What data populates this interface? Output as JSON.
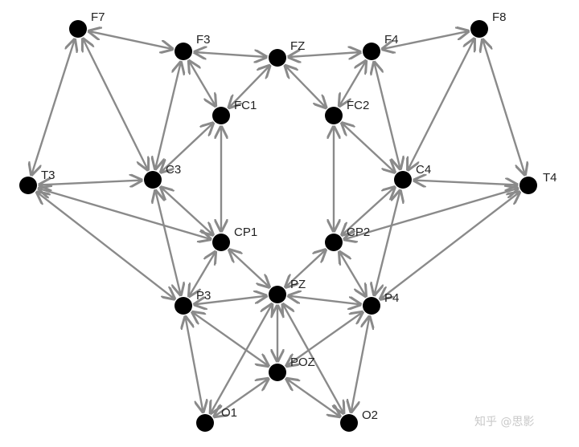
{
  "diagram": {
    "colors": {
      "node": "#000000",
      "edge": "#8a8a8a",
      "label": "#222222",
      "background": "#ffffff"
    },
    "nodes": [
      {
        "id": "F7",
        "label": "F7"
      },
      {
        "id": "F3",
        "label": "F3"
      },
      {
        "id": "FZ",
        "label": "FZ"
      },
      {
        "id": "F4",
        "label": "F4"
      },
      {
        "id": "F8",
        "label": "F8"
      },
      {
        "id": "FC1",
        "label": "FC1"
      },
      {
        "id": "FC2",
        "label": "FC2"
      },
      {
        "id": "T3",
        "label": "T3"
      },
      {
        "id": "C3",
        "label": "C3"
      },
      {
        "id": "C4",
        "label": "C4"
      },
      {
        "id": "T4",
        "label": "T4"
      },
      {
        "id": "CP1",
        "label": "CP1"
      },
      {
        "id": "CP2",
        "label": "CP2"
      },
      {
        "id": "P3",
        "label": "P3"
      },
      {
        "id": "PZ",
        "label": "PZ"
      },
      {
        "id": "P4",
        "label": "P4"
      },
      {
        "id": "POZ",
        "label": "POZ"
      },
      {
        "id": "O1",
        "label": "O1"
      },
      {
        "id": "O2",
        "label": "O2"
      }
    ],
    "edges": [
      [
        "F7",
        "F3"
      ],
      [
        "F7",
        "T3"
      ],
      [
        "F7",
        "C3"
      ],
      [
        "F3",
        "FZ"
      ],
      [
        "F3",
        "FC1"
      ],
      [
        "F3",
        "C3"
      ],
      [
        "FZ",
        "FC1"
      ],
      [
        "FZ",
        "F4"
      ],
      [
        "FZ",
        "FC2"
      ],
      [
        "F4",
        "F8"
      ],
      [
        "F4",
        "FC2"
      ],
      [
        "F4",
        "C4"
      ],
      [
        "F8",
        "T4"
      ],
      [
        "F8",
        "C4"
      ],
      [
        "FC1",
        "C3"
      ],
      [
        "FC1",
        "CP1"
      ],
      [
        "FC2",
        "C4"
      ],
      [
        "FC2",
        "CP2"
      ],
      [
        "T3",
        "C3"
      ],
      [
        "T3",
        "CP1"
      ],
      [
        "T3",
        "P3"
      ],
      [
        "C3",
        "CP1"
      ],
      [
        "C3",
        "P3"
      ],
      [
        "C4",
        "T4"
      ],
      [
        "C4",
        "CP2"
      ],
      [
        "C4",
        "P4"
      ],
      [
        "T4",
        "CP2"
      ],
      [
        "T4",
        "P4"
      ],
      [
        "CP1",
        "P3"
      ],
      [
        "CP1",
        "PZ"
      ],
      [
        "CP2",
        "PZ"
      ],
      [
        "CP2",
        "P4"
      ],
      [
        "P3",
        "PZ"
      ],
      [
        "P3",
        "POZ"
      ],
      [
        "P3",
        "O1"
      ],
      [
        "PZ",
        "P4"
      ],
      [
        "PZ",
        "POZ"
      ],
      [
        "PZ",
        "O1"
      ],
      [
        "PZ",
        "O2"
      ],
      [
        "P4",
        "POZ"
      ],
      [
        "P4",
        "O2"
      ],
      [
        "POZ",
        "O1"
      ],
      [
        "POZ",
        "O2"
      ]
    ]
  },
  "watermark": {
    "text": "知乎 @思影"
  }
}
